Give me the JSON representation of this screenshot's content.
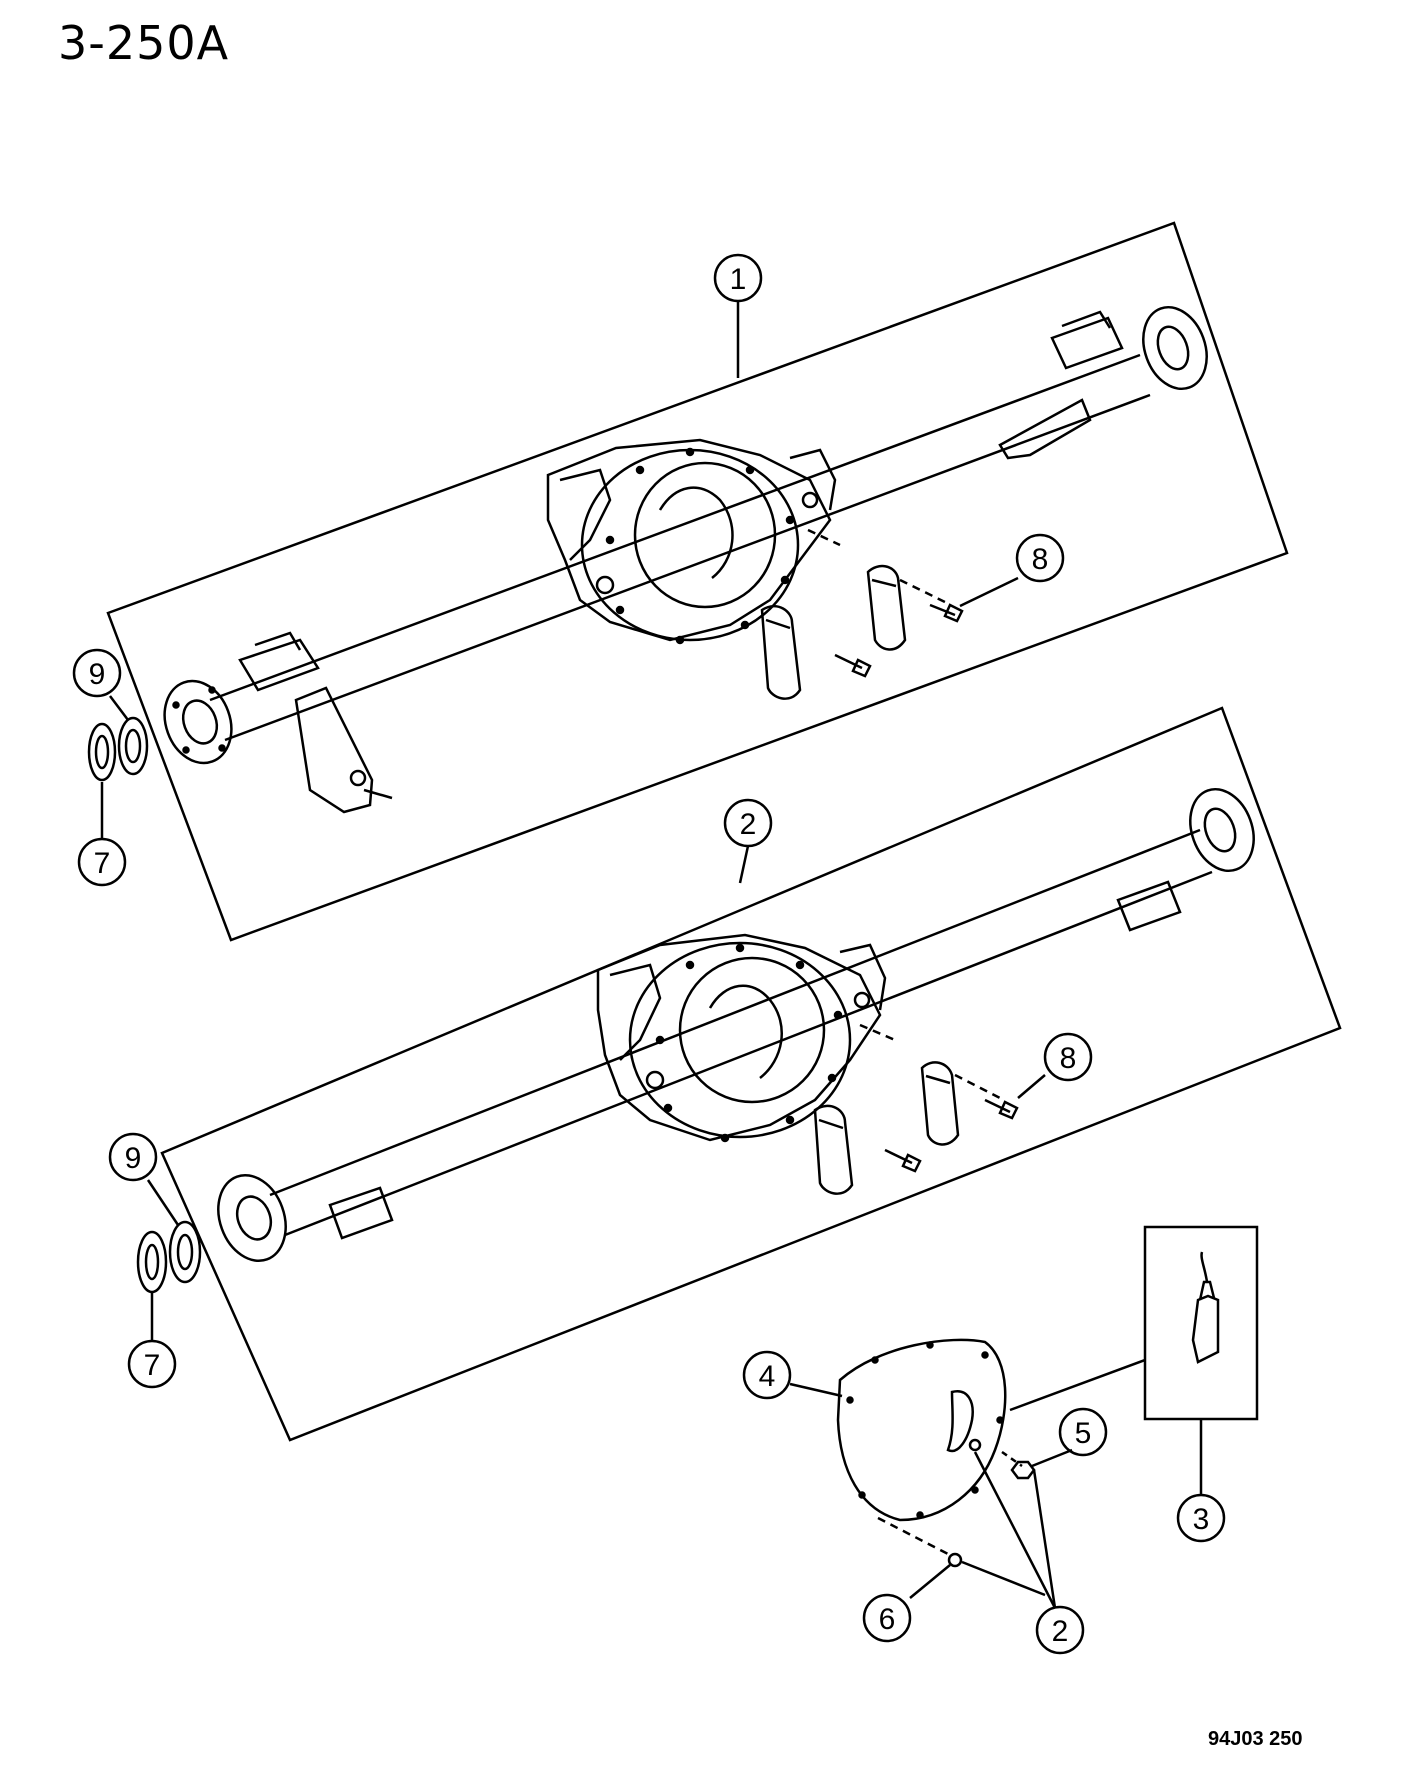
{
  "page_code": "3-250A",
  "drawing_code": "94J03 250",
  "callouts": {
    "c1": "1",
    "c2a": "2",
    "c2b": "2",
    "c3": "3",
    "c4": "4",
    "c5": "5",
    "c6": "6",
    "c7a": "7",
    "c7b": "7",
    "c8a": "8",
    "c8b": "8",
    "c9a": "9",
    "c9b": "9"
  },
  "colors": {
    "ink": "#000000",
    "paper": "#ffffff"
  }
}
